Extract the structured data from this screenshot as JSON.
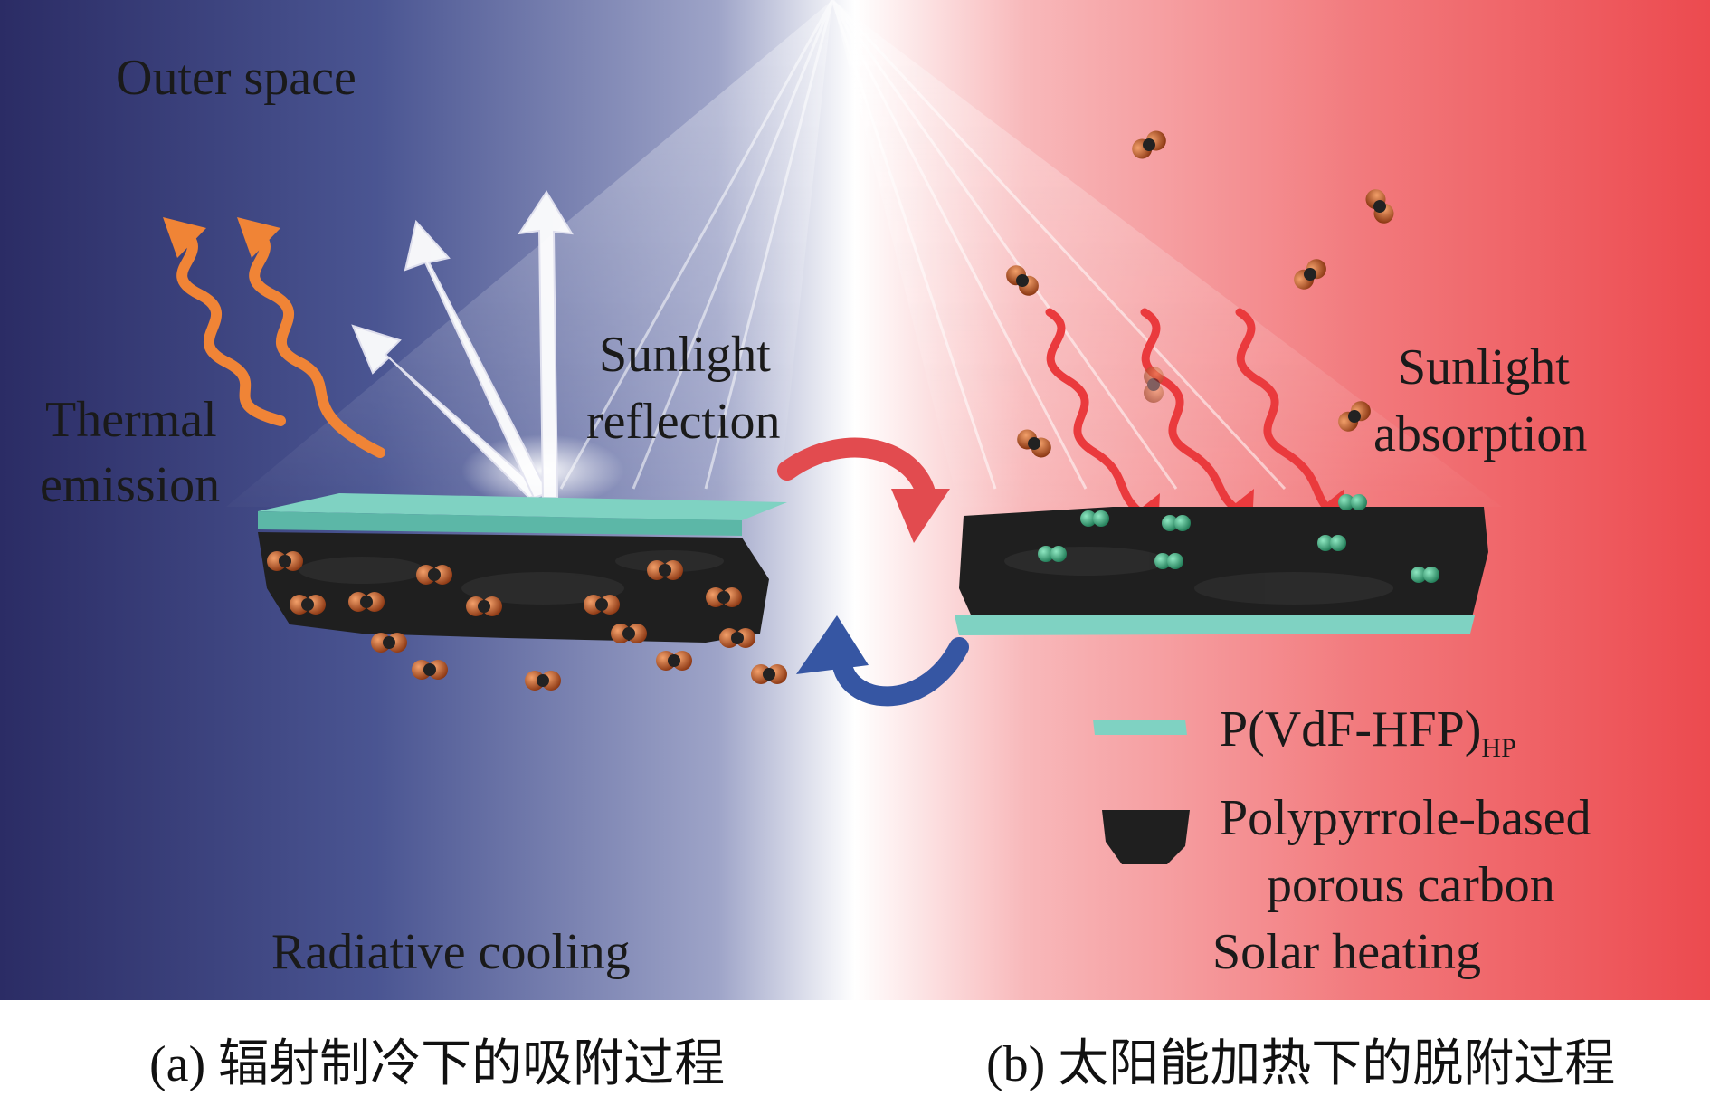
{
  "left_panel": {
    "outer_space": "Outer space",
    "thermal_emission_line1": "Thermal",
    "thermal_emission_line2": "emission",
    "sunlight_reflection_line1": "Sunlight",
    "sunlight_reflection_line2": "reflection",
    "mode": "Radiative cooling"
  },
  "right_panel": {
    "sunlight_absorption_line1": "Sunlight",
    "sunlight_absorption_line2": "absorption",
    "mode": "Solar heating"
  },
  "legend": {
    "film_main": "P(VdF-HFP)",
    "film_sub": "HP",
    "carbon_line1": "Polypyrrole-based",
    "carbon_line2": "porous carbon"
  },
  "captions": {
    "a": "(a) 辐射制冷下的吸附过程",
    "b": "(b) 太阳能加热下的脱附过程"
  },
  "colors": {
    "cold": "#2c2d66",
    "hot": "#ee4c50",
    "film": "#7fd2c2",
    "carbon": "#1c1c1c",
    "molecule": "#c9622a",
    "green_molecule": "#2fa07a",
    "emission_arrow": "#f08436",
    "absorption_arrow": "#ea3a3d",
    "cycle_red": "#e24b4f",
    "cycle_blue": "#3656a3"
  }
}
